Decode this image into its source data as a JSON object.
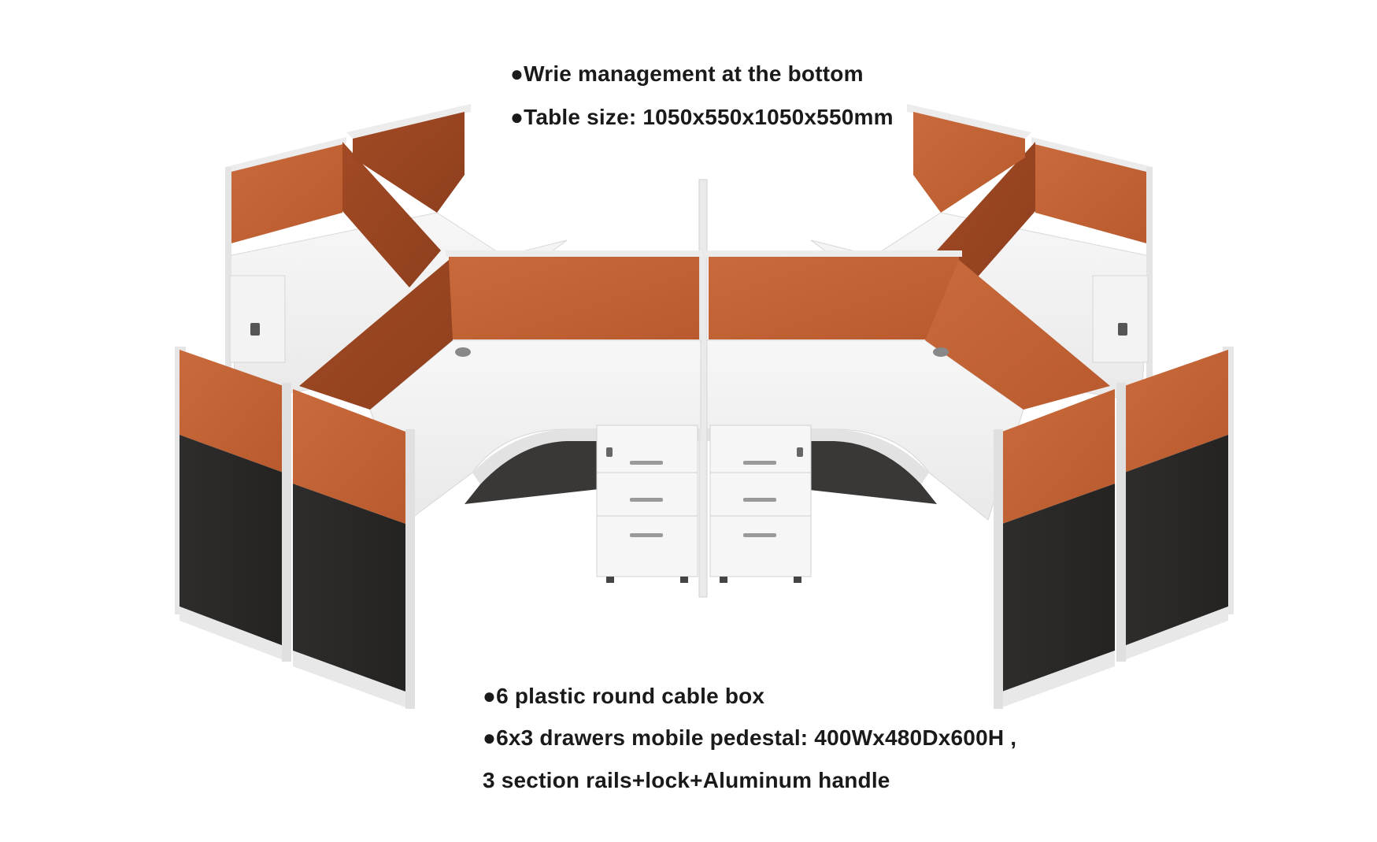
{
  "specs": {
    "top": [
      "●Wrie management at the bottom",
      "●Table size: 1050x550x1050x550mm"
    ],
    "bottom": [
      "●6 plastic round cable box",
      "●6x3 drawers mobile pedestal: 400Wx480Dx600H ,",
      "3 section rails+lock+Aluminum handle"
    ]
  },
  "colors": {
    "panel_orange": "#c8673a",
    "panel_orange_dark": "#a84f28",
    "panel_dark": "#2b2a28",
    "desk_white": "#f2f2f2",
    "frame_white": "#e6e6e6"
  }
}
